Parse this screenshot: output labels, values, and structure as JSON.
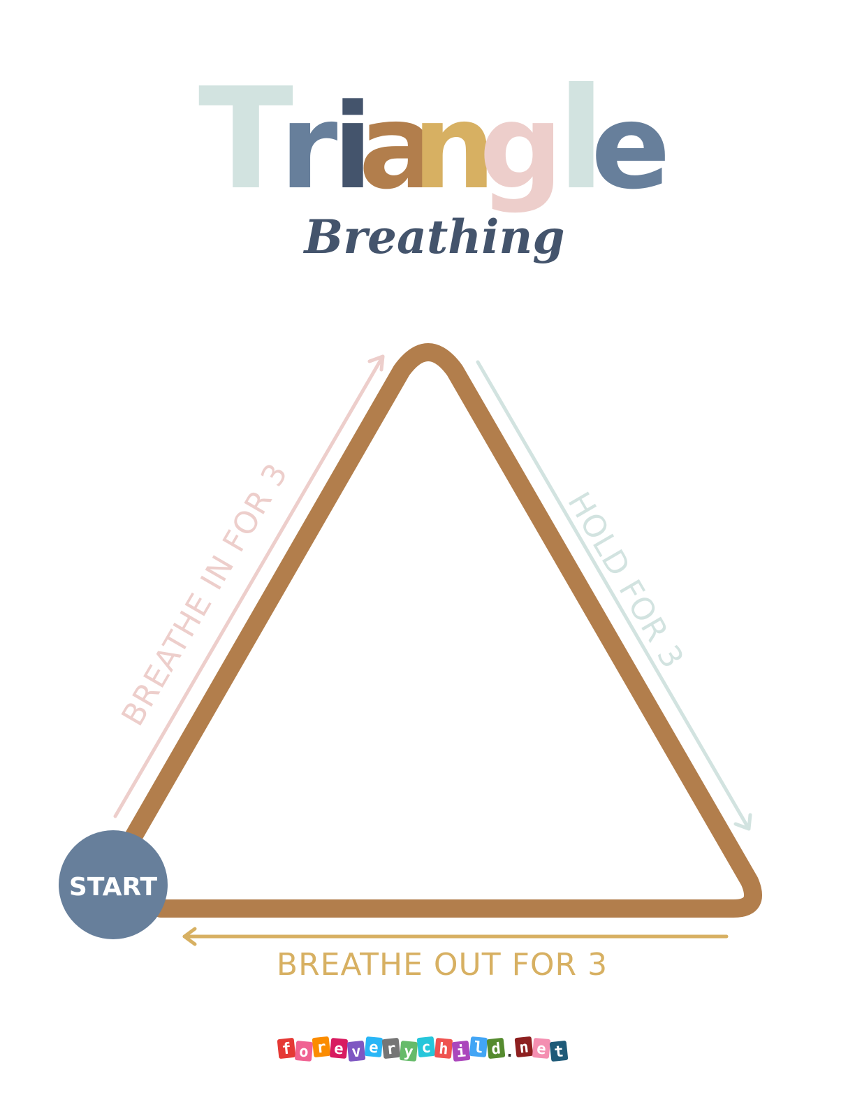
{
  "title": {
    "text": "Triangle",
    "letters": [
      {
        "char": "T",
        "color": "#D2E3E0"
      },
      {
        "char": "r",
        "color": "#677F9B"
      },
      {
        "char": "i",
        "color": "#44546C"
      },
      {
        "char": "a",
        "color": "#B27E4C"
      },
      {
        "char": "n",
        "color": "#D7B062"
      },
      {
        "char": "g",
        "color": "#EDCECB"
      },
      {
        "char": "l",
        "color": "#D2E3E0"
      },
      {
        "char": "e",
        "color": "#677F9B"
      }
    ]
  },
  "subtitle": {
    "text": "Breathing",
    "color": "#44546C"
  },
  "triangle": {
    "stroke_color": "#B27E4C"
  },
  "steps": {
    "breathe_in": {
      "label": "BREATHE IN FOR 3",
      "color": "#EDCECB"
    },
    "hold": {
      "label": "HOLD FOR 3",
      "color": "#D2E3E0"
    },
    "breathe_out": {
      "label": "BREATHE OUT FOR 3",
      "color": "#D7B062"
    }
  },
  "start": {
    "label": "START",
    "color": "#677F9B",
    "text_color": "#FFFFFF"
  },
  "logo": {
    "text": "forevery child.net",
    "letters": [
      {
        "char": "f",
        "color": "#E53935"
      },
      {
        "char": "o",
        "color": "#F06292"
      },
      {
        "char": "r",
        "color": "#FB8C00"
      },
      {
        "char": "e",
        "color": "#D81B60"
      },
      {
        "char": "v",
        "color": "#7E57C2"
      },
      {
        "char": "e",
        "color": "#29B6F6"
      },
      {
        "char": "r",
        "color": "#757575"
      },
      {
        "char": "y",
        "color": "#66BB6A"
      },
      {
        "char": "c",
        "color": "#26C6DA"
      },
      {
        "char": "h",
        "color": "#EF5350"
      },
      {
        "char": "i",
        "color": "#AB47BC"
      },
      {
        "char": "l",
        "color": "#42A5F5"
      },
      {
        "char": "d",
        "color": "#558B2F"
      },
      {
        "char": ".",
        "color": "#333333"
      },
      {
        "char": "n",
        "color": "#8D1F1F"
      },
      {
        "char": "e",
        "color": "#F48FB1"
      },
      {
        "char": "t",
        "color": "#1E5A78"
      }
    ]
  }
}
